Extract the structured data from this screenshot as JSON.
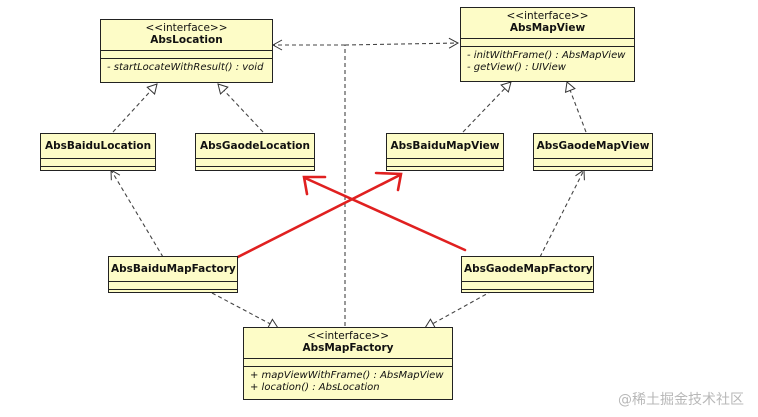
{
  "diagram": {
    "type": "uml-class-diagram",
    "classes": {
      "abs_location": {
        "stereotype": "<<interface>>",
        "name": "AbsLocation",
        "operations": [
          "- startLocateWithResult() : void"
        ]
      },
      "abs_map_view": {
        "stereotype": "<<interface>>",
        "name": "AbsMapView",
        "operations": [
          "- initWithFrame() : AbsMapView",
          "- getView() : UIView"
        ]
      },
      "abs_baidu_location": {
        "name": "AbsBaiduLocation"
      },
      "abs_gaode_location": {
        "name": "AbsGaodeLocation"
      },
      "abs_baidu_map_view": {
        "name": "AbsBaiduMapView"
      },
      "abs_gaode_map_view": {
        "name": "AbsGaodeMapView"
      },
      "abs_baidu_map_factory": {
        "name": "AbsBaiduMapFactory"
      },
      "abs_gaode_map_factory": {
        "name": "AbsGaodeMapFactory"
      },
      "abs_map_factory": {
        "stereotype": "<<interface>>",
        "name": "AbsMapFactory",
        "operations": [
          "+ mapViewWithFrame() : AbsMapView",
          "+ location() : AbsLocation"
        ]
      }
    },
    "relations": [
      {
        "from": "AbsBaiduLocation",
        "to": "AbsLocation",
        "kind": "realization"
      },
      {
        "from": "AbsGaodeLocation",
        "to": "AbsLocation",
        "kind": "realization"
      },
      {
        "from": "AbsBaiduMapView",
        "to": "AbsMapView",
        "kind": "realization"
      },
      {
        "from": "AbsGaodeMapView",
        "to": "AbsMapView",
        "kind": "realization"
      },
      {
        "from": "AbsBaiduMapFactory",
        "to": "AbsMapFactory",
        "kind": "realization"
      },
      {
        "from": "AbsGaodeMapFactory",
        "to": "AbsMapFactory",
        "kind": "realization"
      },
      {
        "from": "AbsBaiduMapFactory",
        "to": "AbsBaiduLocation",
        "kind": "dependency"
      },
      {
        "from": "AbsGaodeMapFactory",
        "to": "AbsGaodeMapView",
        "kind": "dependency"
      },
      {
        "from": "AbsMapFactory",
        "to": "AbsLocation",
        "kind": "dependency"
      },
      {
        "from": "AbsMapFactory",
        "to": "AbsMapView",
        "kind": "dependency"
      }
    ],
    "annotations": [
      {
        "from": "AbsBaiduMapFactory",
        "to": "AbsBaiduMapView",
        "kind": "red-arrow"
      },
      {
        "from": "AbsGaodeMapFactory",
        "to": "AbsGaodeLocation",
        "kind": "red-arrow"
      }
    ],
    "colors": {
      "class_fill": "#fdfcc7",
      "border": "#222222",
      "annotation": "#e02020",
      "dashed_line": "#444444"
    }
  },
  "watermark": "@稀土掘金技术社区"
}
